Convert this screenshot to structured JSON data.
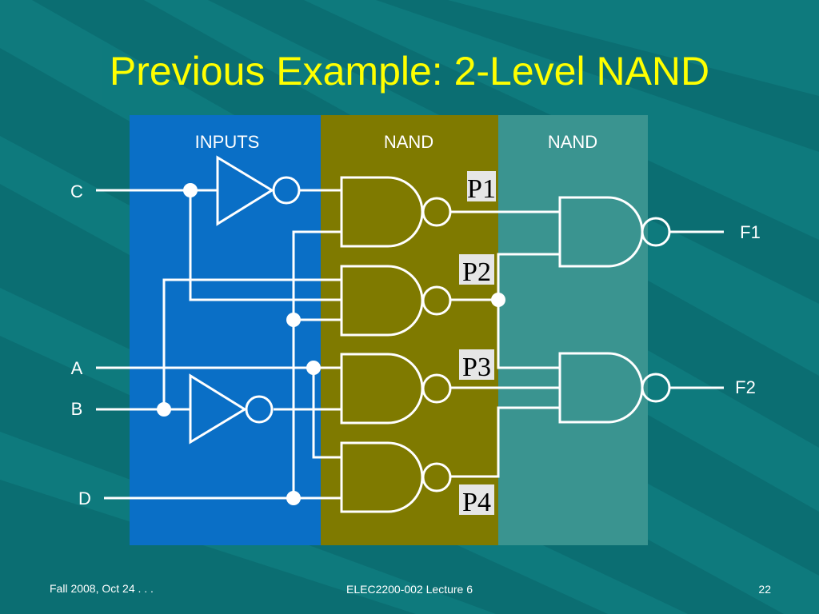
{
  "slide": {
    "title": "Previous Example: 2-Level NAND"
  },
  "diagram": {
    "column_headers": [
      "INPUTS",
      "NAND",
      "NAND"
    ],
    "inputs": [
      "C",
      "A",
      "B",
      "D"
    ],
    "outputs": [
      "F1",
      "F2"
    ],
    "product_labels": [
      "P1",
      "P2",
      "P3",
      "P4"
    ],
    "colors": {
      "inputs_panel": "#0a6fc6",
      "nand1_panel": "#7f7a00",
      "nand2_panel": "#3a9490",
      "wire": "#ffffff"
    }
  },
  "footer": {
    "left": "Fall 2008, Oct 24 . . .",
    "center": "ELEC2200-002 Lecture 6",
    "right": "22"
  }
}
